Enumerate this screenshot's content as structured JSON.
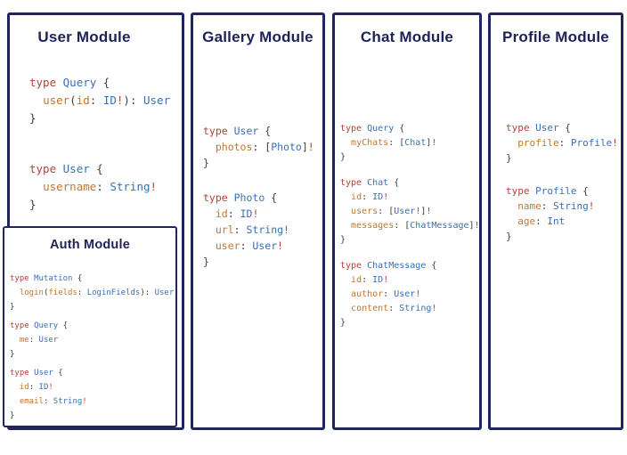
{
  "colors": {
    "border": "#20265b",
    "title": "#1e2257",
    "keyword": "#b2423a",
    "type": "#3a6fb5",
    "field": "#c0762e",
    "punct": "#3f3f3d",
    "bang": "#b2423a"
  },
  "panels": {
    "user": {
      "title": "User Module",
      "code_blocks": [
        [
          [
            [
              "k",
              "type "
            ],
            [
              "t",
              "Query"
            ],
            [
              "p",
              " {"
            ]
          ],
          [
            [
              "p",
              "  "
            ],
            [
              "f",
              "user"
            ],
            [
              "p",
              "("
            ],
            [
              "f",
              "id"
            ],
            [
              "p",
              ": "
            ],
            [
              "t",
              "ID"
            ],
            [
              "b",
              "!"
            ],
            [
              "p",
              "): "
            ],
            [
              "t",
              "User"
            ]
          ],
          [
            [
              "p",
              "}"
            ]
          ]
        ],
        [
          [
            [
              "k",
              "type "
            ],
            [
              "t",
              "User"
            ],
            [
              "p",
              " {"
            ]
          ],
          [
            [
              "p",
              "  "
            ],
            [
              "f",
              "username"
            ],
            [
              "p",
              ": "
            ],
            [
              "t",
              "String"
            ],
            [
              "b",
              "!"
            ]
          ],
          [
            [
              "p",
              "}"
            ]
          ]
        ]
      ]
    },
    "gallery": {
      "title": "Gallery Module",
      "code_blocks": [
        [
          [
            [
              "k",
              "type "
            ],
            [
              "t",
              "User"
            ],
            [
              "p",
              " {"
            ]
          ],
          [
            [
              "p",
              "  "
            ],
            [
              "f",
              "photos"
            ],
            [
              "p",
              ": ["
            ],
            [
              "t",
              "Photo"
            ],
            [
              "p",
              "]"
            ],
            [
              "b",
              "!"
            ]
          ],
          [
            [
              "p",
              "}"
            ]
          ]
        ],
        [
          [
            [
              "k",
              "type "
            ],
            [
              "t",
              "Photo"
            ],
            [
              "p",
              " {"
            ]
          ],
          [
            [
              "p",
              "  "
            ],
            [
              "f",
              "id"
            ],
            [
              "p",
              ": "
            ],
            [
              "t",
              "ID"
            ],
            [
              "b",
              "!"
            ]
          ],
          [
            [
              "p",
              "  "
            ],
            [
              "f",
              "url"
            ],
            [
              "p",
              ": "
            ],
            [
              "t",
              "String"
            ],
            [
              "b",
              "!"
            ]
          ],
          [
            [
              "p",
              "  "
            ],
            [
              "f",
              "user"
            ],
            [
              "p",
              ": "
            ],
            [
              "t",
              "User"
            ],
            [
              "b",
              "!"
            ]
          ],
          [
            [
              "p",
              "}"
            ]
          ]
        ]
      ]
    },
    "chat": {
      "title": "Chat Module",
      "code_blocks": [
        [
          [
            [
              "k",
              "type "
            ],
            [
              "t",
              "Query"
            ],
            [
              "p",
              " {"
            ]
          ],
          [
            [
              "p",
              "  "
            ],
            [
              "f",
              "myChats"
            ],
            [
              "p",
              ": ["
            ],
            [
              "t",
              "Chat"
            ],
            [
              "p",
              "]"
            ],
            [
              "b",
              "!"
            ]
          ],
          [
            [
              "p",
              "}"
            ]
          ]
        ],
        [
          [
            [
              "k",
              "type "
            ],
            [
              "t",
              "Chat"
            ],
            [
              "p",
              " {"
            ]
          ],
          [
            [
              "p",
              "  "
            ],
            [
              "f",
              "id"
            ],
            [
              "p",
              ": "
            ],
            [
              "t",
              "ID"
            ],
            [
              "b",
              "!"
            ]
          ],
          [
            [
              "p",
              "  "
            ],
            [
              "f",
              "users"
            ],
            [
              "p",
              ": ["
            ],
            [
              "t",
              "User"
            ],
            [
              "b",
              "!"
            ],
            [
              "p",
              "]"
            ],
            [
              "b",
              "!"
            ]
          ],
          [
            [
              "p",
              "  "
            ],
            [
              "f",
              "messages"
            ],
            [
              "p",
              ": ["
            ],
            [
              "t",
              "ChatMessage"
            ],
            [
              "p",
              "]"
            ],
            [
              "b",
              "!"
            ]
          ],
          [
            [
              "p",
              "}"
            ]
          ]
        ],
        [
          [
            [
              "k",
              "type "
            ],
            [
              "t",
              "ChatMessage"
            ],
            [
              "p",
              " {"
            ]
          ],
          [
            [
              "p",
              "  "
            ],
            [
              "f",
              "id"
            ],
            [
              "p",
              ": "
            ],
            [
              "t",
              "ID"
            ],
            [
              "b",
              "!"
            ]
          ],
          [
            [
              "p",
              "  "
            ],
            [
              "f",
              "author"
            ],
            [
              "p",
              ": "
            ],
            [
              "t",
              "User"
            ],
            [
              "b",
              "!"
            ]
          ],
          [
            [
              "p",
              "  "
            ],
            [
              "f",
              "content"
            ],
            [
              "p",
              ": "
            ],
            [
              "t",
              "String"
            ],
            [
              "b",
              "!"
            ]
          ],
          [
            [
              "p",
              "}"
            ]
          ]
        ]
      ]
    },
    "profile": {
      "title": "Profile Module",
      "code_blocks": [
        [
          [
            [
              "k",
              "type "
            ],
            [
              "t",
              "User"
            ],
            [
              "p",
              " {"
            ]
          ],
          [
            [
              "p",
              "  "
            ],
            [
              "f",
              "profile"
            ],
            [
              "p",
              ": "
            ],
            [
              "t",
              "Profile"
            ],
            [
              "b",
              "!"
            ]
          ],
          [
            [
              "p",
              "}"
            ]
          ]
        ],
        [
          [
            [
              "k",
              "type "
            ],
            [
              "t",
              "Profile"
            ],
            [
              "p",
              " {"
            ]
          ],
          [
            [
              "p",
              "  "
            ],
            [
              "f",
              "name"
            ],
            [
              "p",
              ": "
            ],
            [
              "t",
              "String"
            ],
            [
              "b",
              "!"
            ]
          ],
          [
            [
              "p",
              "  "
            ],
            [
              "f",
              "age"
            ],
            [
              "p",
              ": "
            ],
            [
              "t",
              "Int"
            ]
          ],
          [
            [
              "p",
              "}"
            ]
          ]
        ]
      ]
    },
    "auth": {
      "title": "Auth Module",
      "code_blocks": [
        [
          [
            [
              "k",
              "type "
            ],
            [
              "t",
              "Mutation"
            ],
            [
              "p",
              " {"
            ]
          ],
          [
            [
              "p",
              "  "
            ],
            [
              "f",
              "login"
            ],
            [
              "p",
              "("
            ],
            [
              "f",
              "fields"
            ],
            [
              "p",
              ": "
            ],
            [
              "t",
              "LoginFields"
            ],
            [
              "p",
              "): "
            ],
            [
              "t",
              "User"
            ]
          ],
          [
            [
              "p",
              "}"
            ]
          ]
        ],
        [
          [
            [
              "k",
              "type "
            ],
            [
              "t",
              "Query"
            ],
            [
              "p",
              " {"
            ]
          ],
          [
            [
              "p",
              "  "
            ],
            [
              "f",
              "me"
            ],
            [
              "p",
              ": "
            ],
            [
              "t",
              "User"
            ]
          ],
          [
            [
              "p",
              "}"
            ]
          ]
        ],
        [
          [
            [
              "k",
              "type "
            ],
            [
              "t",
              "User"
            ],
            [
              "p",
              " {"
            ]
          ],
          [
            [
              "p",
              "  "
            ],
            [
              "f",
              "id"
            ],
            [
              "p",
              ": "
            ],
            [
              "t",
              "ID"
            ],
            [
              "b",
              "!"
            ]
          ],
          [
            [
              "p",
              "  "
            ],
            [
              "f",
              "email"
            ],
            [
              "p",
              ": "
            ],
            [
              "t",
              "String"
            ],
            [
              "b",
              "!"
            ]
          ],
          [
            [
              "p",
              "}"
            ]
          ]
        ]
      ]
    }
  }
}
